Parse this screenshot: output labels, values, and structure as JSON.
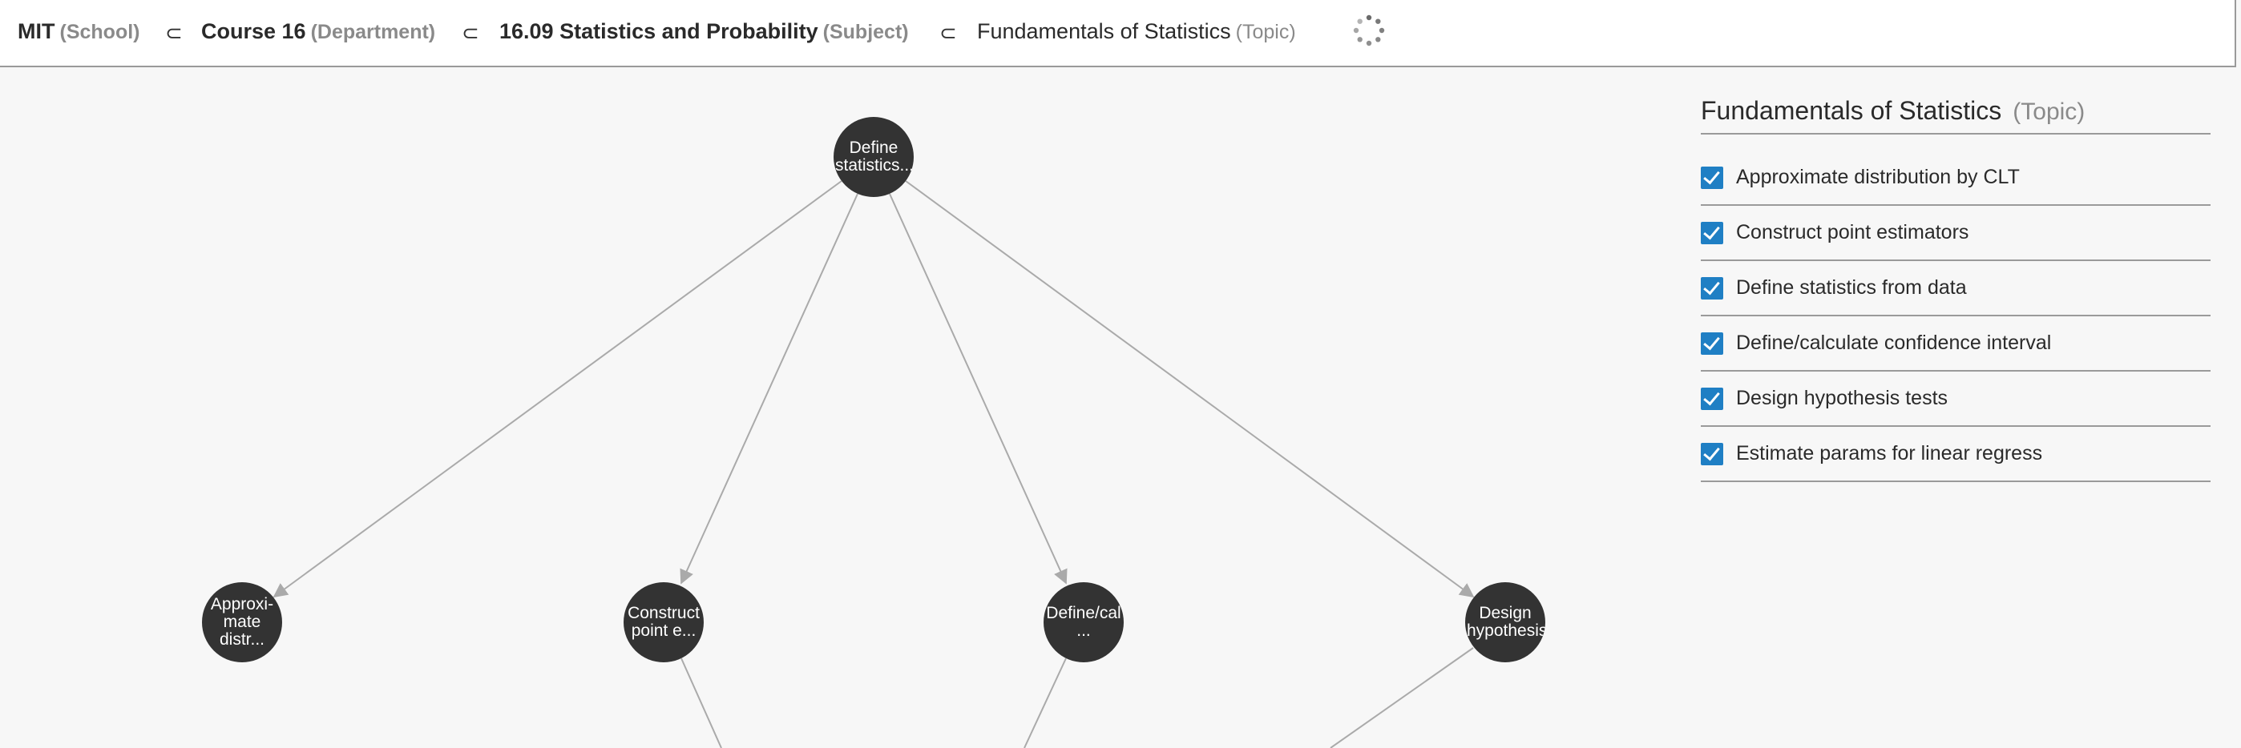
{
  "breadcrumb": {
    "items": [
      {
        "name": "MIT",
        "kind": "(School)"
      },
      {
        "name": "Course 16",
        "kind": "(Department)"
      },
      {
        "name": "16.09 Statistics and Probability",
        "kind": "(Subject)"
      },
      {
        "name": "Fundamentals of Statistics",
        "kind": "(Topic)"
      }
    ],
    "separator": "⊂"
  },
  "graph": {
    "root": {
      "label_lines": [
        "Define",
        "statistics..."
      ]
    },
    "children": [
      {
        "label_lines": [
          "Approxi-",
          "mate",
          "distr..."
        ]
      },
      {
        "label_lines": [
          "Construct",
          "point e..."
        ]
      },
      {
        "label_lines": [
          "Define/cal",
          "..."
        ]
      },
      {
        "label_lines": [
          "Design",
          "hypothesis..."
        ]
      }
    ],
    "edge_color": "#aaaaaa",
    "node_color": "#333333"
  },
  "sidebar": {
    "title": "Fundamentals of Statistics",
    "kind": "(Topic)",
    "items": [
      {
        "label": "Approximate distribution by CLT",
        "checked": true
      },
      {
        "label": "Construct point estimators",
        "checked": true
      },
      {
        "label": "Define statistics from data",
        "checked": true
      },
      {
        "label": "Define/calculate confidence interval",
        "checked": true
      },
      {
        "label": "Design hypothesis tests",
        "checked": true
      },
      {
        "label": "Estimate params for linear regress",
        "checked": true
      }
    ],
    "checkbox_color": "#1f7fc4"
  }
}
